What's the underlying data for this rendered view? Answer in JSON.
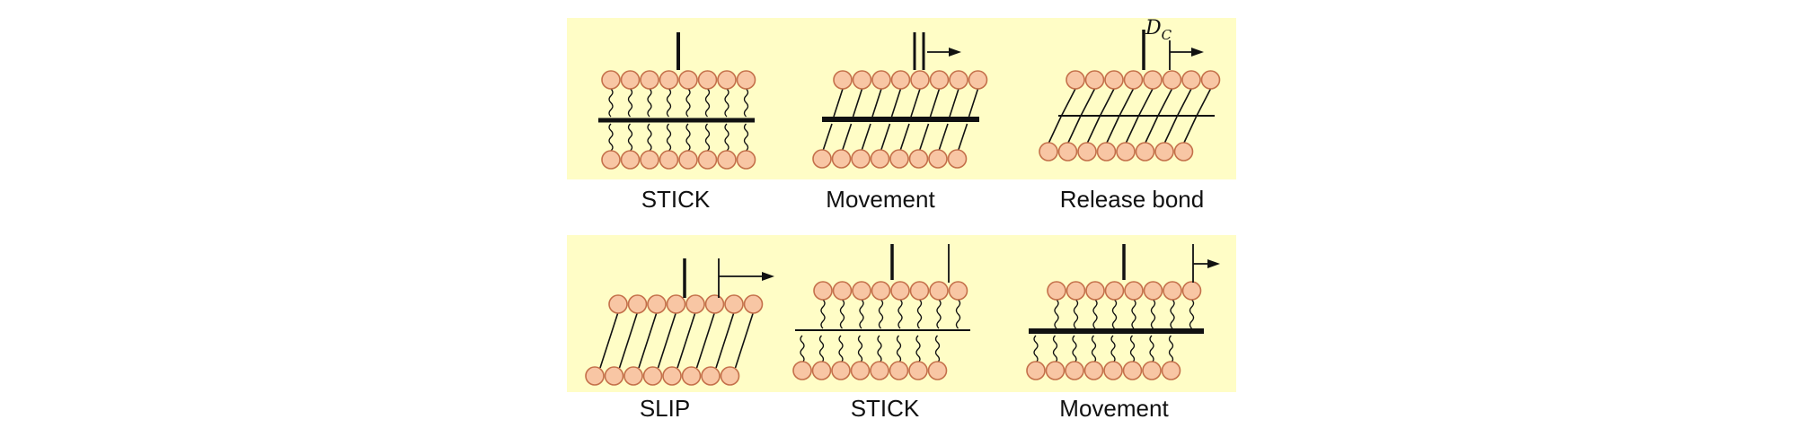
{
  "colors": {
    "panel_background": "#fffdc6",
    "lipid_head_fill": "#f8c6a4",
    "lipid_head_stroke": "#c4704a",
    "line": "#111111"
  },
  "rows": [
    {
      "frames": [
        {
          "caption": "STICK",
          "state": "stick",
          "probe_arrow": false
        },
        {
          "caption": "Movement",
          "state": "movement",
          "probe_arrow": true
        },
        {
          "caption": "Release bond",
          "state": "release",
          "probe_arrow": true,
          "annotation": "D",
          "annotation_subscript": "C"
        }
      ]
    },
    {
      "frames": [
        {
          "caption": "SLIP",
          "state": "slip",
          "probe_arrow": true
        },
        {
          "caption": "STICK",
          "state": "stick",
          "probe_arrow": false
        },
        {
          "caption": "Movement",
          "state": "movement",
          "probe_arrow": true
        }
      ]
    }
  ]
}
